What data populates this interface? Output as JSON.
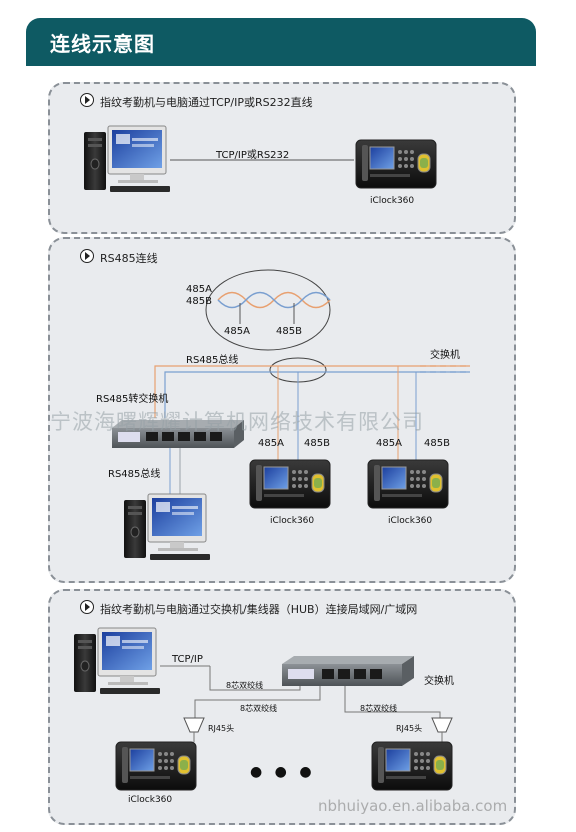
{
  "header": {
    "title": "连线示意图",
    "color": "#0e5a63"
  },
  "panels": {
    "direct": {
      "title": "指纹考勤机与电脑通过TCP/IP或RS232直线",
      "link_label": "TCP/IP或RS232",
      "device_label": "iClock360"
    },
    "rs485": {
      "title": "RS485连线",
      "wave_a": "485A",
      "wave_b": "485B",
      "wave_a_bottom": "485A",
      "wave_b_bottom": "485B",
      "bus_top": "RS485总线",
      "switch_label": "交换机",
      "converter_label": "RS485转交换机",
      "bus_left": "RS485总线",
      "dev1_a": "485A",
      "dev1_b": "485B",
      "dev2_a": "485A",
      "dev2_b": "485B",
      "device1_label": "iClock360",
      "device2_label": "iClock360"
    },
    "network": {
      "title": "指纹考勤机与电脑通过交换机/集线器（HUB）连接局域网/广域网",
      "tcpip": "TCP/IP",
      "switch_label": "交换机",
      "cable_top": "8芯双绞线",
      "cable_left": "8芯双绞线",
      "cable_right": "8芯双绞线",
      "rj45_left": "RJ45头",
      "rj45_right": "RJ45头",
      "ellipsis": "● ● ●",
      "device1_label": "iClock360",
      "device2_label": ""
    }
  },
  "watermark": "宁波海曙辉耀计算机网络技术有限公司",
  "watermark_bottom": "nbhuiyao.en.alibaba.com",
  "colors": {
    "wire_orange": "#e8a070",
    "wire_blue": "#7a9fd0",
    "wire_gray": "#9aa3aa"
  }
}
